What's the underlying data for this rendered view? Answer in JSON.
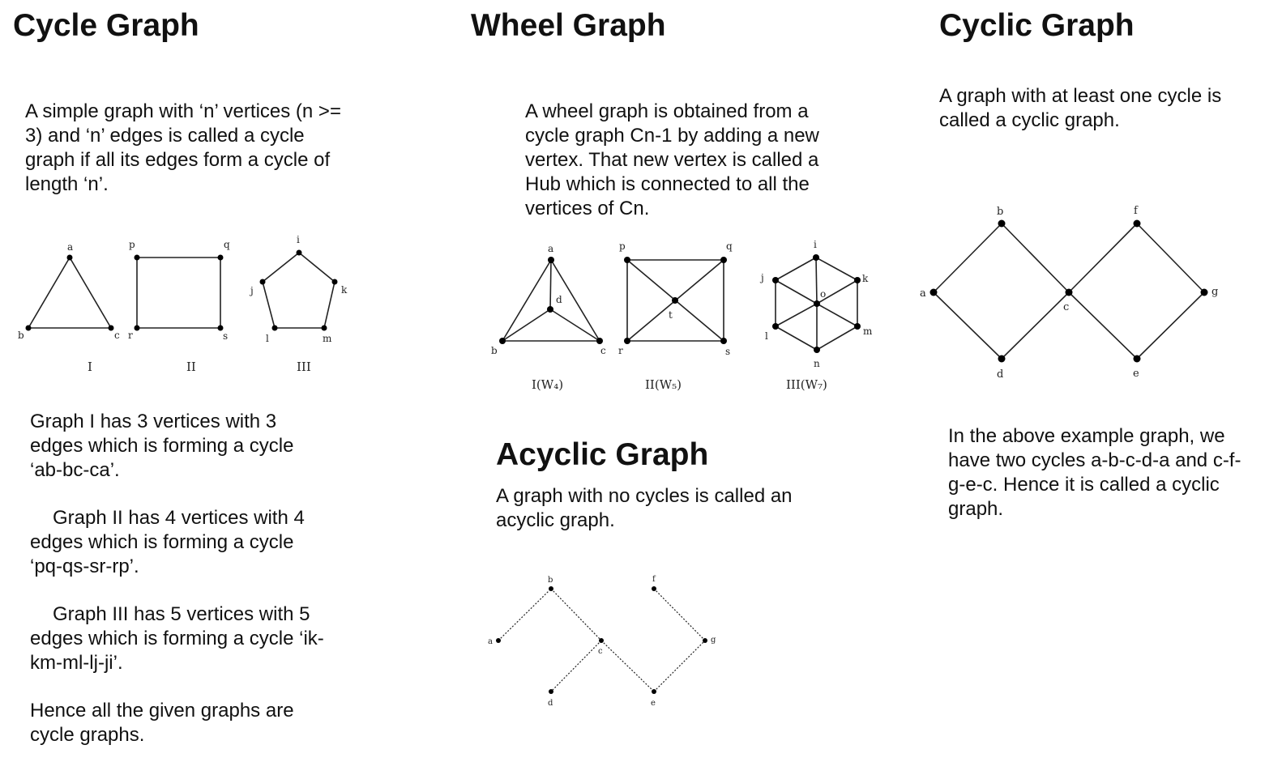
{
  "cycle": {
    "title": "Cycle Graph",
    "intro": "A simple graph with ‘n’ vertices (n >= 3) and ‘n’ edges is called a cycle graph if all its edges form a cycle of length ‘n’.",
    "figure": {
      "graphs": [
        {
          "vertices": [
            "a",
            "b",
            "c"
          ],
          "caption": "I"
        },
        {
          "vertices": [
            "p",
            "q",
            "r",
            "s"
          ],
          "caption": "II"
        },
        {
          "vertices": [
            "i",
            "j",
            "k",
            "l",
            "m"
          ],
          "caption": "III"
        }
      ]
    },
    "p1": "Graph I has 3 vertices with 3 edges which is forming a cycle ‘ab-bc-ca’.",
    "p2": "Graph II has 4 vertices with 4 edges which is forming a cycle ‘pq-qs-sr-rp’.",
    "p3": "Graph III has 5 vertices with 5 edges which is forming a cycle ‘ik-km-ml-lj-ji’.",
    "p4": "Hence all the given graphs are cycle graphs."
  },
  "wheel": {
    "title": "Wheel Graph",
    "intro": "A wheel graph is obtained from a cycle graph Cn-1 by adding a new vertex. That new vertex is called a Hub which is connected to all the vertices of Cn.",
    "figure": {
      "graphs": [
        {
          "vertices": [
            "a",
            "b",
            "c",
            "d"
          ],
          "caption": "I(W₄)"
        },
        {
          "vertices": [
            "p",
            "q",
            "r",
            "s",
            "t"
          ],
          "caption": "II(W₅)"
        },
        {
          "vertices": [
            "i",
            "j",
            "k",
            "l",
            "m",
            "n",
            "o"
          ],
          "caption": "III(W₇)"
        }
      ]
    }
  },
  "acyclic": {
    "title": "Acyclic Graph",
    "intro": "A graph with no cycles is called an acyclic graph.",
    "figure": {
      "vertices": [
        "a",
        "b",
        "c",
        "d",
        "e",
        "f",
        "g"
      ]
    }
  },
  "cyclic": {
    "title": "Cyclic Graph",
    "intro": "A graph with at least one cycle is called a cyclic graph.",
    "figure": {
      "vertices": [
        "a",
        "b",
        "c",
        "d",
        "e",
        "f",
        "g"
      ]
    },
    "explanation": "In the above example graph, we have two cycles a-b-c-d-a and c-f-g-e-c. Hence it is called a cyclic graph."
  }
}
